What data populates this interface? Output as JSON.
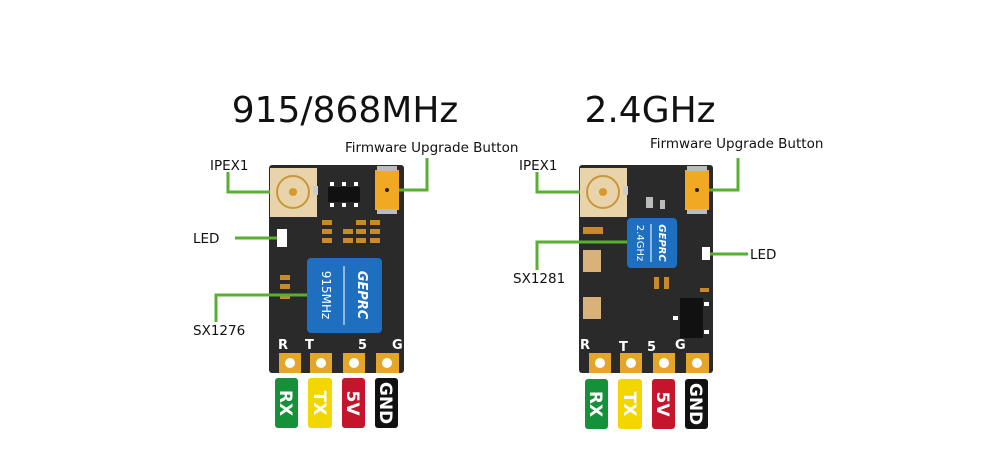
{
  "colors": {
    "board": "#2a2a2a",
    "pad": "#e3a62a",
    "chip": "#1f6fc0",
    "lead": "#57b030",
    "rx": "#15913a",
    "tx": "#f3d600",
    "v5": "#c5142c",
    "gnd": "#111111"
  },
  "left": {
    "title": "915/868MHz",
    "ipex": "IPEX1",
    "button": "Firmware Upgrade Button",
    "led": "LED",
    "chip_label": "SX1276",
    "chip_text": "915MHz",
    "logo": "GEPRC",
    "pins": [
      "R",
      "T",
      "5",
      "G"
    ],
    "tags": [
      "RX",
      "TX",
      "5V",
      "GND"
    ]
  },
  "right": {
    "title": "2.4GHz",
    "ipex": "IPEX1",
    "button": "Firmware Upgrade Button",
    "led": "LED",
    "chip_label": "SX1281",
    "chip_text": "2.4GHz",
    "logo": "GEPRC",
    "pins": [
      "R",
      "T",
      "5",
      "G"
    ],
    "tags": [
      "RX",
      "TX",
      "5V",
      "GND"
    ]
  }
}
